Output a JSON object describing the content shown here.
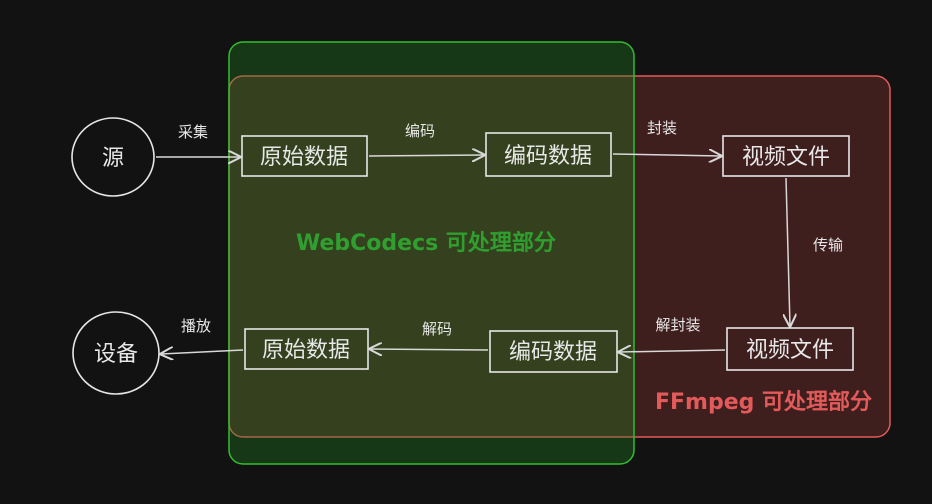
{
  "nodes": {
    "source": "源",
    "device": "设备",
    "raw_top": "原始数据",
    "encoded_top": "编码数据",
    "video_top": "视频文件",
    "video_bottom": "视频文件",
    "encoded_bottom": "编码数据",
    "raw_bottom": "原始数据"
  },
  "edges": {
    "capture": "采集",
    "encode": "编码",
    "mux": "封装",
    "transmit": "传输",
    "demux": "解封装",
    "decode": "解码",
    "play": "播放"
  },
  "regions": {
    "webcodecs": "WebCodecs 可处理部分",
    "ffmpeg": "FFmpeg 可处理部分"
  },
  "colors": {
    "webcodecs": "#2fbf2f",
    "ffmpeg": "#e35a5a"
  }
}
